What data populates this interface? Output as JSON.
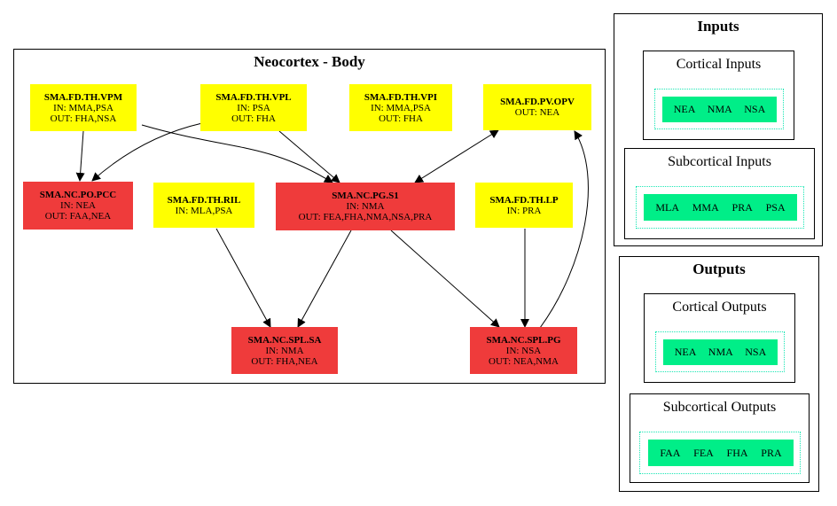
{
  "main": {
    "title": "Neocortex - Body",
    "nodes": {
      "vpm": {
        "name": "SMA.FD.TH.VPM",
        "in": "IN: MMA,PSA",
        "out": "OUT: FHA,NSA"
      },
      "vpl": {
        "name": "SMA.FD.TH.VPL",
        "in": "IN: PSA",
        "out": "OUT: FHA"
      },
      "vpi": {
        "name": "SMA.FD.TH.VPI",
        "in": "IN: MMA,PSA",
        "out": "OUT: FHA"
      },
      "opv": {
        "name": "SMA.FD.PV.OPV",
        "out": "OUT: NEA"
      },
      "pcc": {
        "name": "SMA.NC.PO.PCC",
        "in": "IN: NEA",
        "out": "OUT: FAA,NEA"
      },
      "ril": {
        "name": "SMA.FD.TH.RIL",
        "in": "IN: MLA,PSA"
      },
      "s1": {
        "name": "SMA.NC.PG.S1",
        "in": "IN: NMA",
        "out": "OUT: FEA,FHA,NMA,NSA,PRA"
      },
      "lp": {
        "name": "SMA.FD.TH.LP",
        "in": "IN: PRA"
      },
      "sa": {
        "name": "SMA.NC.SPL.SA",
        "in": "IN: NMA",
        "out": "OUT: FHA,NEA"
      },
      "pg": {
        "name": "SMA.NC.SPL.PG",
        "in": "IN: NSA",
        "out": "OUT: NEA,NMA"
      }
    }
  },
  "inputs": {
    "title": "Inputs",
    "cortical": {
      "title": "Cortical Inputs",
      "items": [
        "NEA",
        "NMA",
        "NSA"
      ]
    },
    "subcortical": {
      "title": "Subcortical Inputs",
      "items": [
        "MLA",
        "MMA",
        "PRA",
        "PSA"
      ]
    }
  },
  "outputs": {
    "title": "Outputs",
    "cortical": {
      "title": "Cortical Outputs",
      "items": [
        "NEA",
        "NMA",
        "NSA"
      ]
    },
    "subcortical": {
      "title": "Subcortical Outputs",
      "items": [
        "FAA",
        "FEA",
        "FHA",
        "PRA"
      ]
    }
  },
  "colors": {
    "thalamic": "#ffff00",
    "cortical": "#ef3b3b",
    "signal": "#00ee88",
    "dotted": "#19e6b4"
  },
  "edges": [
    {
      "from": "SMA.FD.TH.VPM",
      "to": "SMA.NC.PO.PCC"
    },
    {
      "from": "SMA.FD.TH.VPM",
      "to": "SMA.NC.PG.S1"
    },
    {
      "from": "SMA.FD.TH.VPL",
      "to": "SMA.NC.PO.PCC"
    },
    {
      "from": "SMA.FD.TH.VPL",
      "to": "SMA.NC.PG.S1"
    },
    {
      "from": "SMA.NC.PG.S1",
      "to": "SMA.FD.PV.OPV",
      "bidirectional": true
    },
    {
      "from": "SMA.FD.TH.RIL",
      "to": "SMA.NC.SPL.SA"
    },
    {
      "from": "SMA.NC.PG.S1",
      "to": "SMA.NC.SPL.SA"
    },
    {
      "from": "SMA.NC.PG.S1",
      "to": "SMA.NC.SPL.PG"
    },
    {
      "from": "SMA.FD.TH.LP",
      "to": "SMA.NC.SPL.PG"
    },
    {
      "from": "SMA.NC.SPL.PG",
      "to": "SMA.FD.PV.OPV"
    }
  ]
}
